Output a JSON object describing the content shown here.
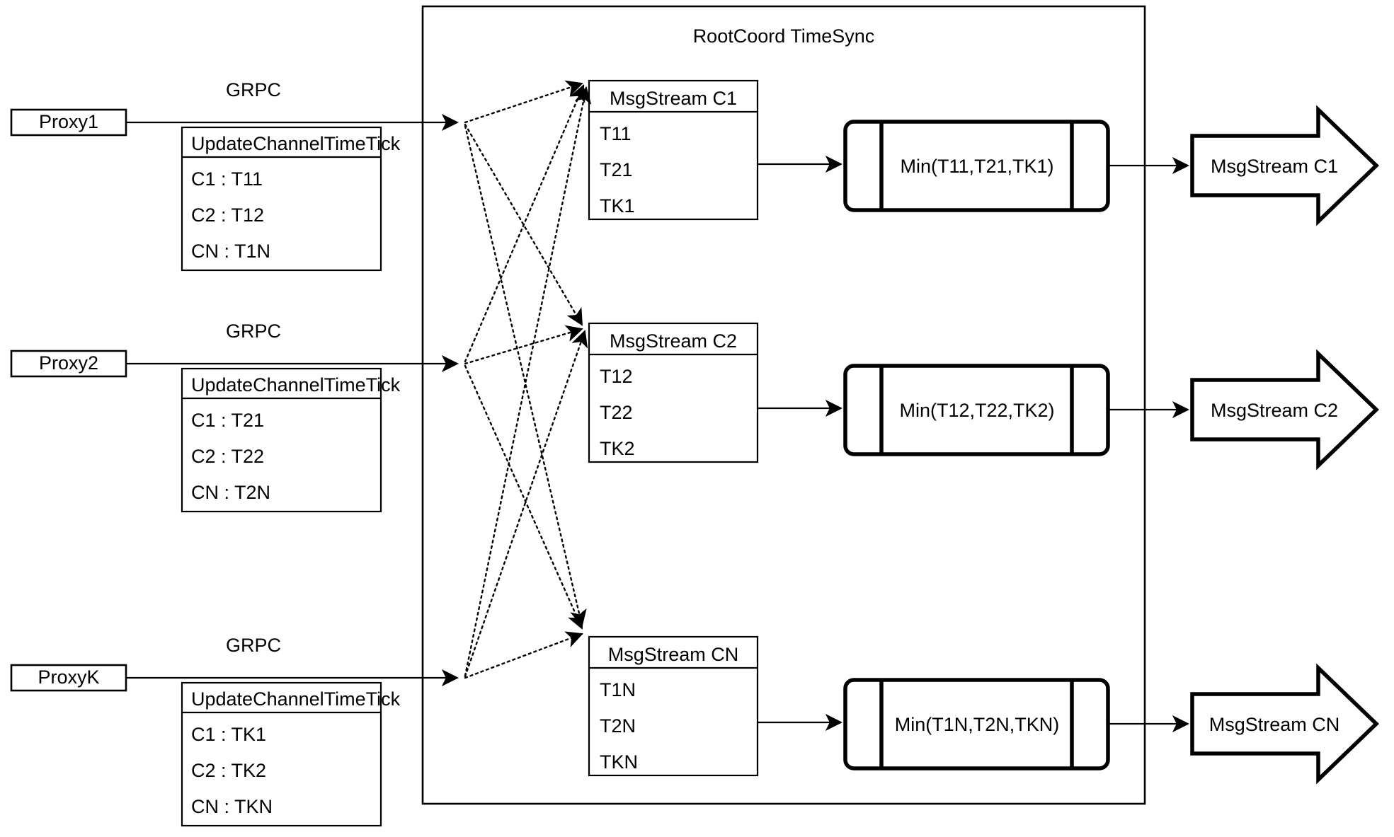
{
  "diagram": {
    "title": "RootCoord TimeSync",
    "background": "#ffffff",
    "line_color": "#000000"
  },
  "proxies": [
    {
      "name": "Proxy1",
      "link_label": "GRPC",
      "request": {
        "header": "UpdateChannelTimeTick",
        "rows": [
          "C1 :  T11",
          "C2 :  T12",
          "CN : T1N"
        ]
      }
    },
    {
      "name": "Proxy2",
      "link_label": "GRPC",
      "request": {
        "header": "UpdateChannelTimeTick",
        "rows": [
          "C1 :  T21",
          "C2 :  T22",
          "CN : T2N"
        ]
      }
    },
    {
      "name": "ProxyK",
      "link_label": "GRPC",
      "request": {
        "header": "UpdateChannelTimeTick",
        "rows": [
          "C1 :  TK1",
          "C2 :  TK2",
          "CN : TKN"
        ]
      }
    }
  ],
  "channels": [
    {
      "stream": {
        "header": "MsgStream C1",
        "rows": [
          "T11",
          "T21",
          "TK1"
        ]
      },
      "processor": {
        "label": "Min(T11,T21,TK1)"
      },
      "output": {
        "label": "MsgStream C1"
      }
    },
    {
      "stream": {
        "header": "MsgStream C2",
        "rows": [
          "T12",
          "T22",
          "TK2"
        ]
      },
      "processor": {
        "label": "Min(T12,T22,TK2)"
      },
      "output": {
        "label": "MsgStream C2"
      }
    },
    {
      "stream": {
        "header": "MsgStream CN",
        "rows": [
          "T1N",
          "T2N",
          "TKN"
        ]
      },
      "processor": {
        "label": "Min(T1N,T2N,TKN)"
      },
      "output": {
        "label": "MsgStream CN"
      }
    }
  ]
}
